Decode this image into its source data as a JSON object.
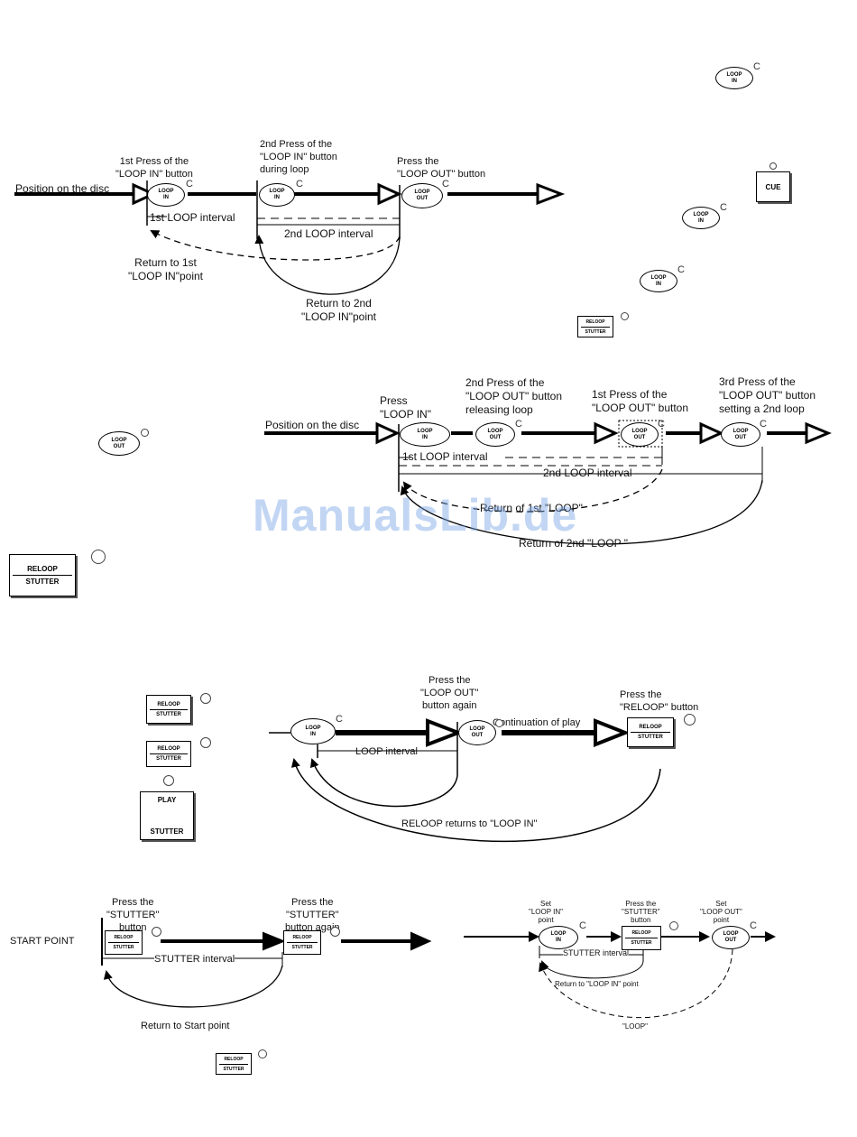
{
  "watermark": "ManualsLib.de",
  "fig1": {
    "position_label": "Position on the disc",
    "press1": "1st Press of the\n\"LOOP IN\" button",
    "press2": "2nd Press of the\n\"LOOP IN\" button\nduring loop",
    "press_out": "Press the\n\"LOOP OUT\" button",
    "interval1": "1st LOOP interval",
    "interval2": "2nd LOOP interval",
    "return1": "Return to 1st\n\"LOOP IN\"point",
    "return2": "Return to 2nd\n\"LOOP IN\"point"
  },
  "fig2": {
    "position_label": "Position on the disc",
    "press_in": "Press\n\"LOOP IN\"",
    "press2_out": "2nd Press of the\n\"LOOP OUT\" button\nreleasing loop",
    "press1_out": "1st Press of the\n\"LOOP OUT\" button",
    "press3_out": "3rd Press of the\n\"LOOP OUT\" button\nsetting a 2nd loop",
    "interval1": "1st LOOP interval",
    "interval2": "2nd LOOP interval",
    "return1": "Return of 1st \"LOOP\"",
    "return2": "Return of 2nd \"LOOP \""
  },
  "fig3": {
    "press_out_again": "Press the\n\"LOOP OUT\"\nbutton again",
    "press_reloop": "Press the\n\"RELOOP\" button",
    "continuation": "Continuation of play",
    "interval": "LOOP interval",
    "reloop_returns": "RELOOP returns to \"LOOP IN\""
  },
  "fig4": {
    "start_point": "START POINT",
    "press_stutter": "Press the\n\"STUTTER\"\nbutton",
    "press_stutter_again": "Press the\n\"STUTTER\"\nbutton again",
    "interval": "STUTTER interval",
    "return_start": "Return to Start point"
  },
  "fig5": {
    "set_in": "Set\n\"LOOP IN\"\npoint",
    "press_stutter": "Press the\n\"STUTTER\"\nbutton",
    "set_out": "Set\n\"LOOP OUT\"\npoint",
    "interval": "STUTTER interval",
    "return_in": "Return to \"LOOP IN\" point",
    "loop": "\"LOOP\""
  },
  "buttons": {
    "loop": "LOOP",
    "in": "IN",
    "out": "OUT",
    "cue": "CUE",
    "reloop": "RELOOP",
    "stutter": "STUTTER",
    "play": "PLAY"
  }
}
